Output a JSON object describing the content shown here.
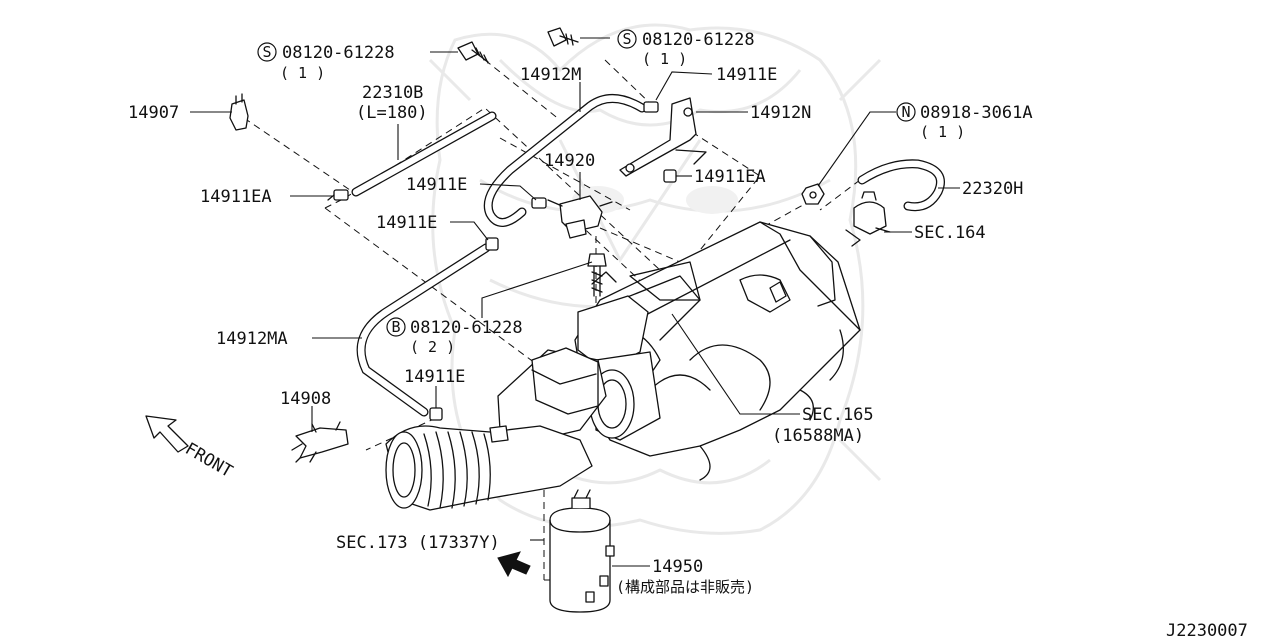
{
  "labels": {
    "p08120_61228_top_left": "08120-61228",
    "p08120_61228_top_left_qty": "( 1 )",
    "p08120_61228_top_right": "08120-61228",
    "p08120_61228_top_right_qty": "( 1 )",
    "p22310b": "22310B",
    "p22310b_len": "(L=180)",
    "p14907": "14907",
    "p14912m": "14912M",
    "p14911e_top": "14911E",
    "p14912n": "14912N",
    "p08918_3061a": "08918-3061A",
    "p08918_3061a_qty": "( 1 )",
    "p14920": "14920",
    "p14911e_mid": "14911E",
    "p14911ea_right": "14911EA",
    "p14911ea_left": "14911EA",
    "p22320h": "22320H",
    "p14911e_left": "14911E",
    "sec164": "SEC.164",
    "p08120_61228_b": "08120-61228",
    "p08120_61228_b_qty": "( 2 )",
    "p14912ma": "14912MA",
    "p14911e_low": "14911E",
    "p14908": "14908",
    "sec165": "SEC.165",
    "sec165_ref": "(16588MA)",
    "front": "FRONT",
    "sec173": "SEC.173 (17337Y)",
    "p14950": "14950",
    "p14950_note": "(構成部品は非販売)",
    "diagram_id": "J2230007"
  },
  "symbols": {
    "s_circle": "S",
    "n_circle": "N",
    "b_circle": "B"
  },
  "icons": {
    "front_arrow": "front-arrow-icon",
    "sec173_arrow": "solid-arrow-icon",
    "watermark": "samurai-watermark-icon"
  },
  "colors": {
    "line": "#111111",
    "background": "#ffffff",
    "watermark": "#ececec"
  }
}
